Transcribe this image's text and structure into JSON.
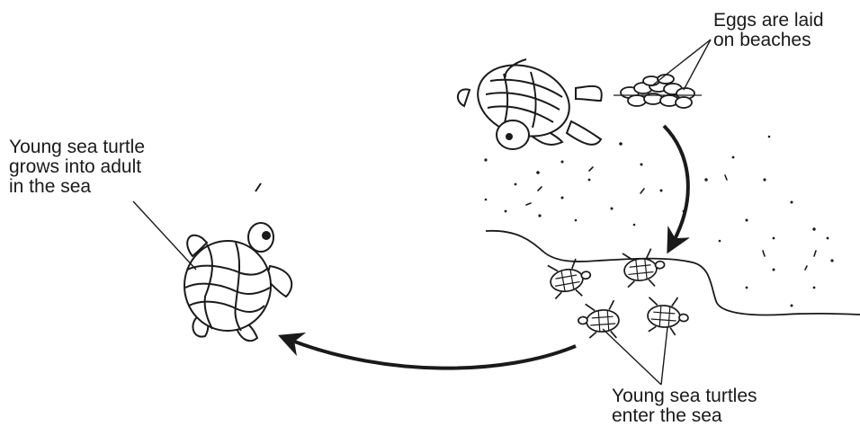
{
  "labels": {
    "eggs": {
      "line1": "Eggs are laid",
      "line2": "on beaches"
    },
    "adult": {
      "line1": "Young sea turtle",
      "line2": "grows into adult",
      "line3": "in the sea"
    },
    "young": {
      "line1": "Young sea turtles",
      "line2": "enter the sea"
    }
  },
  "icons": [
    "adult-turtle-on-beach-icon",
    "eggs-icon",
    "hatchling-icon",
    "adult-turtle-in-sea-icon",
    "cycle-arrow-icon"
  ],
  "colors": {
    "ink": "#1a1a1a",
    "background": "#ffffff"
  }
}
